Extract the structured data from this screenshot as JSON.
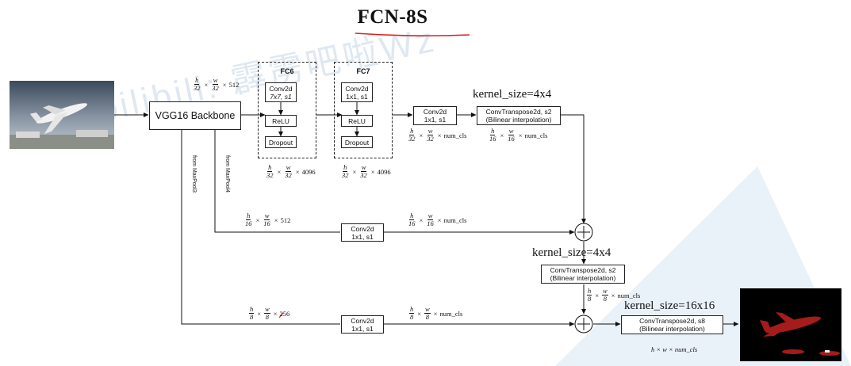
{
  "title": "FCN-8S",
  "watermark": "bilibili: 霹雳吧啦Wz",
  "colors": {
    "title_underline": "#e02020",
    "background_triangle": "#e3eef8",
    "segmentation_mask": "#a61b1b",
    "mask_background": "#000000"
  },
  "backbone": {
    "label": "VGG16 Backbone"
  },
  "fc6": {
    "title": "FC6",
    "conv_line1": "Conv2d",
    "conv_line2": "7x7, s1",
    "relu": "ReLU",
    "dropout": "Dropout"
  },
  "fc7": {
    "title": "FC7",
    "conv_line1": "Conv2d",
    "conv_line2": "1x1, s1",
    "relu": "ReLU",
    "dropout": "Dropout"
  },
  "conv_top": {
    "line1": "Conv2d",
    "line2": "1x1, s1"
  },
  "conv_mid": {
    "line1": "Conv2d",
    "line2": "1x1, s1"
  },
  "conv_bottom": {
    "line1": "Conv2d",
    "line2": "1x1, s1"
  },
  "deconv1": {
    "line1": "ConvTranspose2d, s2",
    "line2": "(Bilinear interpolation)",
    "kernel": "kernel_size=4x4"
  },
  "deconv2": {
    "line1": "ConvTranspose2d, s2",
    "line2": "(Bilinear interpolation)",
    "kernel": "kernel_size=4x4"
  },
  "deconv3": {
    "line1": "ConvTranspose2d, s8",
    "line2": "(Bilinear interpolation)",
    "kernel": "kernel_size=16x16"
  },
  "labels": {
    "from_maxpool3": "from MaxPool3",
    "from_maxpool4": "from MaxPool4"
  },
  "symbols": {
    "times": "×",
    "h": "h",
    "w": "w",
    "plus": "+"
  },
  "dims": {
    "backbone_out": {
      "h_den": "32",
      "w_den": "32",
      "ch": "512"
    },
    "fc6_out": {
      "h_den": "32",
      "w_den": "32",
      "ch": "4096"
    },
    "fc7_out": {
      "h_den": "32",
      "w_den": "32",
      "ch": "4096"
    },
    "conv_top_out": {
      "h_den": "32",
      "w_den": "32",
      "ch": "num_cls"
    },
    "deconv1_out": {
      "h_den": "16",
      "w_den": "16",
      "ch": "num_cls"
    },
    "pool4_in": {
      "h_den": "16",
      "w_den": "16",
      "ch": "512"
    },
    "conv_mid_out": {
      "h_den": "16",
      "w_den": "16",
      "ch": "num_cls"
    },
    "deconv2_out": {
      "h_den": "8",
      "w_den": "8",
      "ch": "num_cls"
    },
    "pool3_in": {
      "h_den": "8",
      "w_den": "8",
      "ch": "256"
    },
    "conv_bottom_out": {
      "h_den": "8",
      "w_den": "8",
      "ch": "num_cls"
    },
    "final_out": "h × w × num_cls"
  }
}
